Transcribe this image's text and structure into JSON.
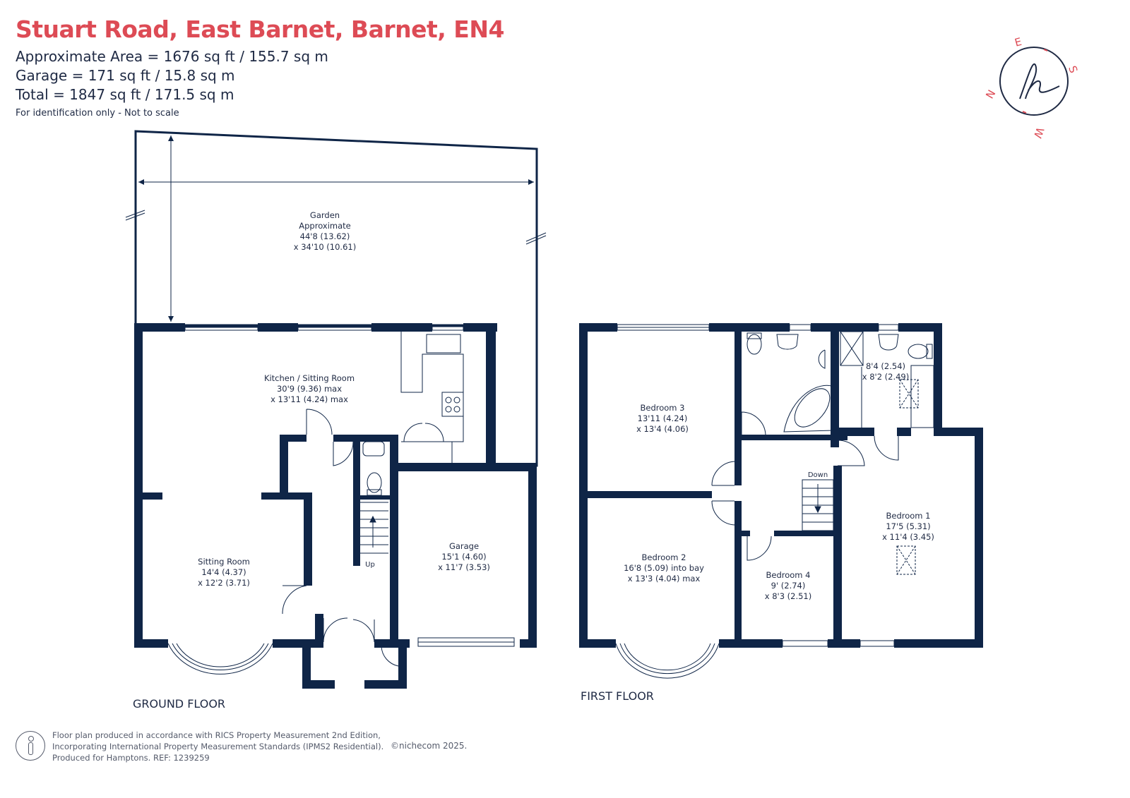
{
  "header": {
    "title": "Stuart Road, East Barnet, Barnet, EN4",
    "approx_area": "Approximate Area = 1676 sq ft / 155.7 sq m",
    "garage_area": "Garage = 171 sq ft / 15.8 sq m",
    "total_area": "Total = 1847 sq ft / 171.5 sq m",
    "note": "For identification only - Not to scale"
  },
  "colors": {
    "title": "#dd4b55",
    "wall": "#0f2547",
    "text": "#1f2a44",
    "compass_accent": "#dd4b55"
  },
  "compass": {
    "letters": {
      "n": "N",
      "e": "E",
      "s": "S",
      "w": "W"
    },
    "logo_icon": "hamptons-h-logo-icon"
  },
  "ground_floor": {
    "label": "GROUND FLOOR",
    "garden": {
      "name": "Garden",
      "l2": "Approximate",
      "l3": "44'8 (13.62)",
      "l4": "x 34'10 (10.61)"
    },
    "kitchen": {
      "name": "Kitchen / Sitting Room",
      "l2": "30'9 (9.36) max",
      "l3": "x 13'11 (4.24) max"
    },
    "sitting": {
      "name": "Sitting Room",
      "l2": "14'4 (4.37)",
      "l3": "x 12'2 (3.71)"
    },
    "garage": {
      "name": "Garage",
      "l2": "15'1 (4.60)",
      "l3": "x 11'7 (3.53)"
    },
    "stairs": "Up"
  },
  "first_floor": {
    "label": "FIRST FLOOR",
    "bedroom3": {
      "name": "Bedroom 3",
      "l2": "13'11 (4.24)",
      "l3": "x 13'4 (4.06)"
    },
    "bedroom2": {
      "name": "Bedroom 2",
      "l2": "16'8 (5.09) into bay",
      "l3": "x 13'3 (4.04) max"
    },
    "bedroom4": {
      "name": "Bedroom 4",
      "l2": "9' (2.74)",
      "l3": "x 8'3 (2.51)"
    },
    "bedroom1": {
      "name": "Bedroom 1",
      "l2": "17'5 (5.31)",
      "l3": "x 11'4 (3.45)"
    },
    "ensuite": {
      "l1": "8'4 (2.54)",
      "l2": "x 8'2 (2.49)"
    },
    "stairs": "Down"
  },
  "footer": {
    "line1": "Floor plan produced in accordance with RICS Property Measurement 2nd Edition,",
    "line2": "Incorporating International Property Measurement Standards (IPMS2 Residential).",
    "line3": "Produced for Hamptons.   REF:  1239259",
    "copyright": "©nichecom 2025."
  }
}
